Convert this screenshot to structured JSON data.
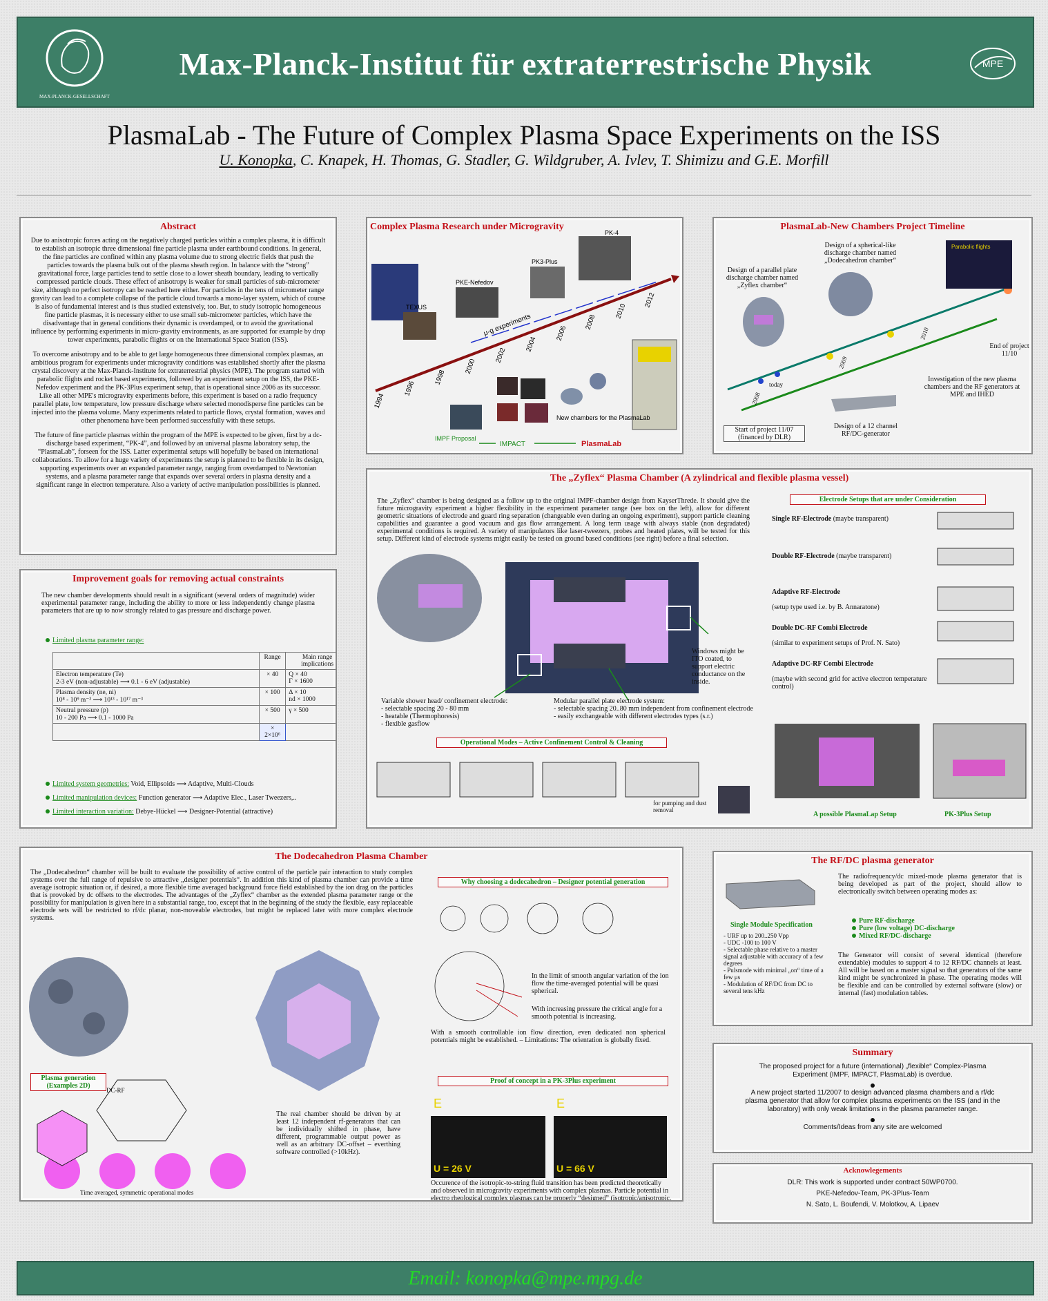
{
  "header": {
    "institute": "Max-Planck-Institut für extraterrestrische Physik",
    "mpg_logo_text": "MAX-PLANCK-GESELLSCHAFT",
    "mpe_logo_text": "MPE"
  },
  "title": "PlasmaLab - The Future of Complex Plasma Space Experiments on the ISS",
  "authors": {
    "first": "U. Konopka",
    "rest": ", C. Knapek, H. Thomas, G. Stadler, G. Wildgruber, A. Ivlev, T. Shimizu and G.E. Morfill"
  },
  "abstract": {
    "title": "Abstract",
    "p1": "Due to anisotropic forces acting on the negatively charged particles within a complex plasma, it is difficult to establish an isotropic three dimensional fine particle plasma under earthbound conditions. In general, the fine particles are confined within any plasma volume due to strong electric fields that push the particles towards the plasma bulk out of the plasma sheath region. In balance with the “strong” gravitational force, large particles tend to settle close to a lower sheath boundary, leading to vertically compressed particle clouds. These effect of anisotropy is weaker for small particles of sub-micrometer size, although no perfect isotropy can be reached here either. For particles in the tens of micrometer range gravity can lead to a complete collapse of the particle cloud towards a mono-layer system, which of course is also of fundamental interest and is thus studied extensively, too. But, to study isotropic homogeneous fine particle plasmas, it is necessary either to use small sub-micrometer particles, which have the disadvantage that in general conditions their dynamic is overdamped, or to avoid the gravitational influence by performing experiments in micro-gravity environments, as are supported for example by drop tower experiments, parabolic flights or on the International Space Station (ISS).",
    "p2": "To overcome anisotropy and to be able to get large homogeneous three dimensional complex plasmas, an ambitious program for experiments under microgravity conditions was established shortly after the plasma crystal discovery at the Max-Planck-Institute for extraterrestrial physics (MPE). The program started with parabolic flights and rocket based experiments, followed by an experiment setup on the ISS, the PKE-Nefedov experiment and the PK-3Plus experiment setup, that is operational since 2006 as its successor. Like all other MPE's microgravity experiments before, this experiment is based on a radio frequency parallel plate, low temperature, low pressure discharge where selected monodisperse fine particles can be injected into the plasma volume. Many experiments related to particle flows, crystal formation, waves and other phenomena have been performed successfully with these setups.",
    "p3": "The future of fine particle plasmas within the program of the MPE is expected to be given, first by a dc-discharge based experiment, “PK-4”, and followed by an universal plasma laboratory setup, the “PlasmaLab”, forseen for the ISS. Latter experimental setups will hopefully be based on international collaborations. To allow for a huge variety of experiments the setup is planned to be flexible in its design, supporting experiments over an expanded parameter range, ranging from overdamped to Newtonian systems, and a plasma parameter range that expands over several orders in plasma density and a significant range in electron temperature. Also a variety of active manipulation possibilities is planned."
  },
  "improvement": {
    "title": "Improvement goals for removing actual constraints",
    "intro": "The new chamber developments should result in a significant (several orders of magnitude) wider experimental parameter range, including the ability to more or less independently change plasma parameters that are up to now strongly related to gas pressure and discharge power.",
    "bullet1": "Limited plasma parameter range:",
    "table_head": [
      "",
      "Range",
      "Main range implications"
    ],
    "rows": [
      {
        "name": "Electron temperature (Te)",
        "detail": "2-3 eV (non-adjustable) ⟶ 0.1 - 6 eV (adjustable)",
        "range": "× 40",
        "impl": "Q × 40\nΓ × 1600"
      },
      {
        "name": "Plasma density (ne, ni)",
        "detail": "10⁸ - 10⁹ m⁻³ ⟶ 10¹³ - 10¹⁷ m⁻³",
        "range": "× 100",
        "impl": "Δ × 10\nnd × 1000"
      },
      {
        "name": "Neutral pressure (p)",
        "detail": "10 - 200 Pa ⟶ 0.1 - 1000 Pa",
        "range": "× 500",
        "impl": "γ × 500"
      }
    ],
    "total": "× 2×10⁶",
    "b2_label": "Limited system geometries:",
    "b2_text": "Void, Ellipsoids ⟶ Adaptive, Multi-Clouds",
    "b3_label": "Limited manipulation devices:",
    "b3_text": "Function generator ⟶ Adaptive Elec., Laser Tweezers,..",
    "b4_label": "Limited interaction variation:",
    "b4_text": "Debye-Hückel ⟶ Designer-Potential (attractive)"
  },
  "research": {
    "title": "Complex Plasma Research under Microgravity",
    "years": [
      "1994",
      "1996",
      "1998",
      "2000",
      "2002",
      "2004",
      "2006",
      "2008",
      "2010",
      "2012"
    ],
    "labels": {
      "texus": "TEXUS",
      "pke": "PKE-Nefedov",
      "pk3": "PK3-Plus",
      "pk4": "PK-4",
      "mug": "μ-g experiments",
      "new": "New chambers for the PlasmaLab",
      "impf": "IMPF Proposal",
      "impact": "IMPACT",
      "plasmalab": "PlasmaLab"
    }
  },
  "timeline": {
    "title": "PlasmaLab-New Chambers Project Timeline",
    "sphere": "Design of a spherical-like discharge chamber named „Dodecahedron chamber“",
    "parabolic": "Parabolic flights",
    "parallel": "Design of a parallel plate discharge chamber named „Zyflex chamber“",
    "end": "End of project 11/10",
    "invest": "Investigation of the new plasma chambers and the RF generators at MPE and IHED",
    "start": "Start of project 11/07 (financed by DLR)",
    "design12": "Design of a 12 channel RF/DC-generator",
    "today": "today",
    "years": [
      "2008",
      "2009",
      "2010"
    ]
  },
  "zyflex": {
    "title": "The „Zyflex“ Plasma Chamber (A zylindrical and flexible plasma vessel)",
    "text": "The „Zyflex“ chamber is being designed as a follow up to the original IMPF-chamber design from KayserThrede. It should give the future microgravity experiment a higher flexibility in the experiment parameter range (see box on the left), allow for different geometric situations of electrode and guard ring separation (changeable even during an ongoing experiment), support particle cleaning capabilities and guarantee a good vacuum and gas flow arrangement. A long term usage with always stable (non degradated) experimental conditions is required. A variety of manipulators like laser-tweezers, probes and heated plates, will be tested for this setup. Different kind of electrode systems might easily be tested on ground based conditions (see right) before a final selection.",
    "windows": "Windows might be ITO coated, to support electric conductance on the inside.",
    "shower": "Variable shower head/ confinement electrode:\n- selectable spacing 20 - 80 mm\n- heatable (Thermophoresis)\n- flexible gasflow",
    "modular": "Modular parallel plate electrode system:\n- selectable spacing 20..80 mm independent from confinement electrode\n- easily exchangeable with different electrodes types (s.r.)",
    "opmodes": "Operational Modes – Active Confinement Control & Cleaning",
    "pumping": "for pumping and dust removal",
    "electrode_title": "Electrode Setups that are under Consideration",
    "e1": "Single RF-Electrode",
    "e1b": "(maybe transparent)",
    "e2": "Double RF-Electrode",
    "e2b": "(maybe transparent)",
    "e3": "Adaptive RF-Electrode",
    "e3b": "(setup type used i.e. by B. Annaratone)",
    "e4": "Double DC-RF Combi Electrode",
    "e4b": "(similar to experiment setups of Prof. N. Sato)",
    "e5": "Adaptive DC-RF Combi Electrode",
    "e5b": "(maybe with second grid for active electron temperature control)",
    "possible": "A possible PlasmaLap Setup",
    "pk3setup": "PK-3Plus Setup"
  },
  "dodeca": {
    "title": "The Dodecahedron Plasma Chamber",
    "text": "The „Dodecahedron“ chamber will be built to evaluate the possibility of active control of the particle pair interaction to study complex systems over the full range of repulsive to attractive „designer potentials“. In addition this kind of plasma chamber can provide a time average isotropic situation or, if desired, a more flexible time averaged background force field established by the ion drag on the particles that is provoked by dc offsets to the electrodes. The advantages of the „Zyflex“ chamber as the extended plasma parameter range or the possibility for manipulation is given here in a substantial range, too, except that in the beginning of the study the flexible, easy replaceable electrode sets will be restricted to rf/dc planar, non-moveable electrodes, but might be replaced later with more complex electrode systems.",
    "why": "Why choosing a dodecahedron – Designer potential generation",
    "limit": "In the limit of smooth angular variation of the ion flow the time-averaged potential will be quasi spherical.",
    "pressure": "With increasing pressure the critical angle for a smooth potential is increasing.",
    "smooth": "With a smooth controllable ion flow direction, even dedicated non spherical potentials might be established. – Limitations: The orientation is globally fixed.",
    "proof": "Proof of concept in a PK-3Plus experiment",
    "u1": "U = 26 V",
    "u2": "U = 66 V",
    "e": "E",
    "occur": "Occurence of the isotropic-to-string fluid transition has been predicted theoretically and observed in microgravity experiments with complex plasmas. Particle potential in electro rheological complex plasmas can be properly “designed” (isotropic/anisotropic, repulsive/attractive).",
    "plasmagen": "Plasma generation (Examples 2D)",
    "dcrf": "DC-RF",
    "timeavg": "Time averaged, symmetric operational modes",
    "real": "The real chamber should be driven by at least 12 independent rf-generators that can be individually shifted in phase, have different, programmable output power as well as an arbitrary DC-offset – everthing software controlled (>10kHz)."
  },
  "rfdc": {
    "title": "The RF/DC plasma generator",
    "desc": "The radiofrequency/dc mixed-mode plasma generator that is being developed as part of the project, should allow to electronically switch between operating modes as:",
    "modes": [
      "Pure RF-discharge",
      "Pure (low voltage) DC-discharge",
      "Mixed RF/DC-discharge"
    ],
    "spec_title": "Single Module Specification",
    "specs": [
      "- URF up to 200..250 Vpp",
      "- UDC -100 to 100 V",
      "- Selectable phase relative to a master signal adjustable with accuracy of a few degrees",
      "- Pulsmode with minimal „on“ time of a few μs",
      "- Modulation of RF/DC from DC to several tens kHz"
    ],
    "text2": "The Generator will consist of several identical (therefore extendable) modules to support 4 to 12 RF/DC channels at least. All will be based on a master signal so that generators of the same kind might be synchronized in phase. The operating modes will be flexible and can be controlled by external software (slow) or internal (fast) modulation tables."
  },
  "summary": {
    "title": "Summary",
    "p1": "The proposed project for a future (international) „flexible“ Complex-Plasma Experiment (IMPF, IMPACT, PlasmaLab) is overdue.",
    "p2": "A new project started 11/2007 to design advanced plasma chambers and a rf/dc plasma generator that allow for complex plasma experiments on the ISS (and in the laboratory) with only weak limitations in the plasma parameter range.",
    "p3": "Comments/Ideas from any site are welcomed"
  },
  "ack": {
    "title": "Acknowlegements",
    "l1": "DLR: This work is supported under contract 50WP0700.",
    "l2": "PKE-Nefedov-Team, PK-3Plus-Team",
    "l3": "N. Sato, L. Boufendi, V. Molotkov, A. Lipaev"
  },
  "footer": {
    "email": "Email: konopka@mpe.mpg.de"
  },
  "colors": {
    "header_green": "#3d7f67",
    "title_red": "#c4121a",
    "accent_green": "#1b8a1b"
  }
}
